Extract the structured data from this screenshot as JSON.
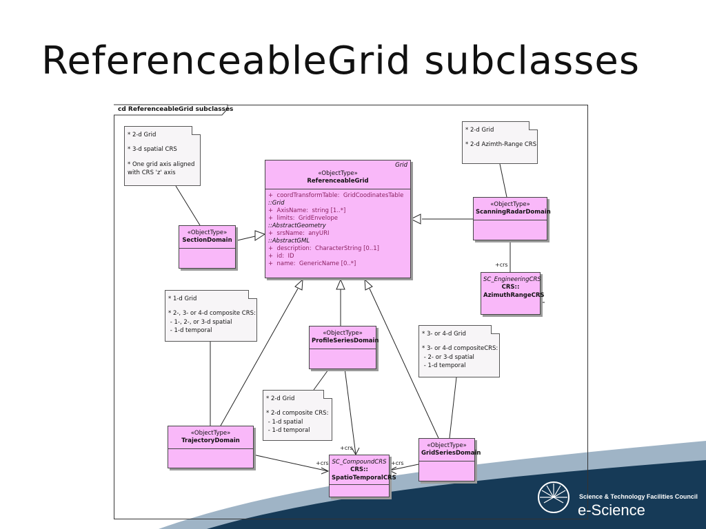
{
  "slide": {
    "title": "ReferenceableGrid subclasses"
  },
  "diagram": {
    "frame_label": "cd ReferenceableGrid subclasses",
    "classes": {
      "referenceable_grid": {
        "parent": "Grid",
        "stereotype": "«ObjectType»",
        "name": "ReferenceableGrid",
        "groups": [
          {
            "from": "",
            "attrs": [
              "+  coordTransformTable:  GridCoodinatesTable"
            ]
          },
          {
            "from": "::Grid",
            "attrs": [
              "+  AxisName:  string [1..*]",
              "+  limits:  GridEnvelope"
            ]
          },
          {
            "from": "::AbstractGeometry",
            "attrs": [
              "+  srsName:  anyURI"
            ]
          },
          {
            "from": "::AbstractGML",
            "attrs": [
              "+  description:  CharacterString [0..1]",
              "+  id:  ID",
              "+  name:  GenericName [0..*]"
            ]
          }
        ]
      },
      "section_domain": {
        "stereotype": "«ObjectType»",
        "name": "SectionDomain"
      },
      "scanning_radar_domain": {
        "stereotype": "«ObjectType»",
        "name": "ScanningRadarDomain"
      },
      "azimuth_range_crs": {
        "parent": "SC_EngineeringCRS",
        "name": "CRS::\nAzimuthRangeCRS"
      },
      "profile_series_domain": {
        "stereotype": "«ObjectType»",
        "name": "ProfileSeriesDomain"
      },
      "trajectory_domain": {
        "stereotype": "«ObjectType»",
        "name": "TrajectoryDomain"
      },
      "grid_series_domain": {
        "stereotype": "«ObjectType»",
        "name": "GridSeriesDomain"
      },
      "spatio_temporal_crs": {
        "parent": "SC_CompoundCRS",
        "name": "CRS::\nSpatioTemporalCRS"
      }
    },
    "notes": {
      "section": [
        "* 2-d Grid",
        "",
        "* 3-d spatial CRS",
        "",
        "* One grid axis aligned",
        "with CRS 'z' axis"
      ],
      "scanning": [
        "* 2-d Grid",
        "",
        "* 2-d Azimth-Range CRS"
      ],
      "trajectory": [
        "* 1-d Grid",
        "",
        "* 2-, 3- or 4-d composite CRS:",
        " - 1-, 2-, or 3-d spatial",
        " - 1-d temporal"
      ],
      "profile": [
        "* 2-d Grid",
        "",
        "* 2-d composite CRS:",
        " - 1-d spatial",
        " - 1-d temporal"
      ],
      "gridseries": [
        "* 3- or 4-d Grid",
        "",
        "* 3- or 4-d compositeCRS:",
        " - 2- or 3-d spatial",
        " - 1-d temporal"
      ]
    },
    "roles": {
      "radar_crs": "+crs",
      "profile_crs": "+crs",
      "trajectory_crs": "+crs",
      "gridseries_crs": "+crs"
    }
  },
  "footer": {
    "org": "Science & Technology Facilities Council",
    "brand": "e-Science",
    "band_color": "#163a57"
  }
}
